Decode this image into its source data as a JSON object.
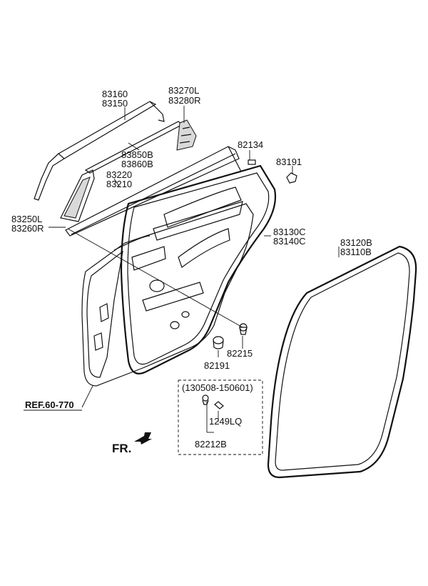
{
  "labels": {
    "p83160": "83160",
    "p83150": "83150",
    "p83270L": "83270L",
    "p83280R": "83280R",
    "p83850B": "83850B",
    "p83860B": "83860B",
    "p83220": "83220",
    "p83210": "83210",
    "p82134": "82134",
    "p83191": "83191",
    "p83250L": "83250L",
    "p83260R": "83260R",
    "p83130C": "83130C",
    "p83140C": "83140C",
    "p83120B": "83120B",
    "p83110B": "83110B",
    "p82215": "82215",
    "p82191": "82191",
    "date_range": "(130508-150601)",
    "p1249LQ": "1249LQ",
    "p82212B": "82212B",
    "ref": "REF.60-770",
    "front": "FR."
  }
}
